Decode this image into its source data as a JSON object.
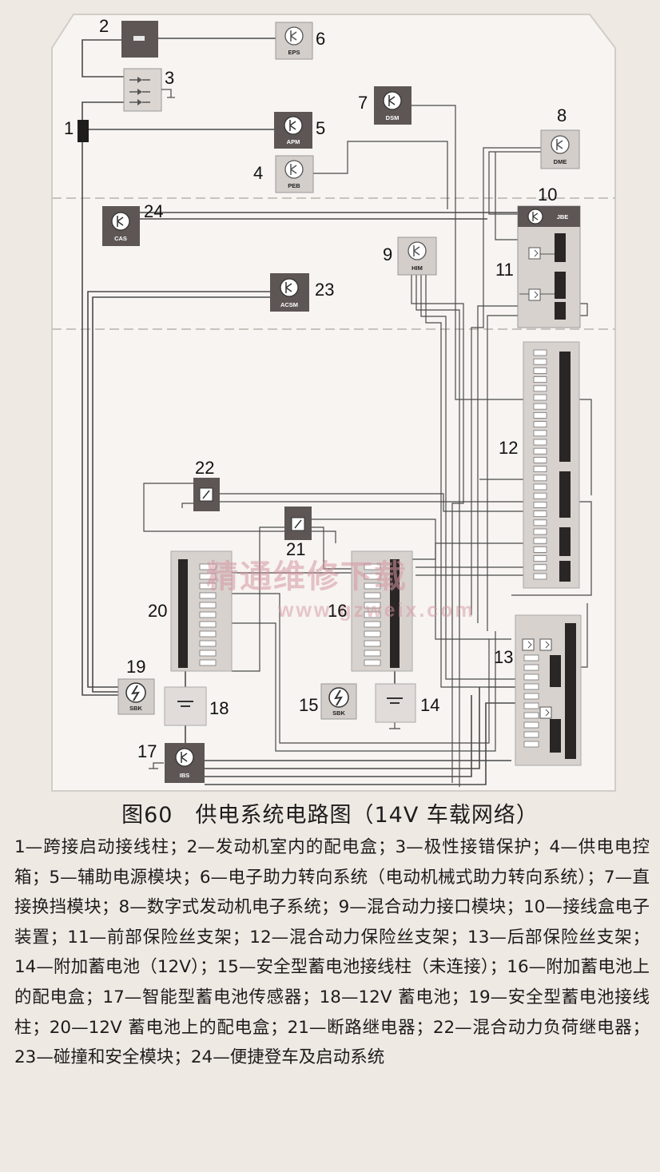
{
  "component_labels": {
    "c6": "EPS",
    "c5": "APM",
    "c4": "PEB",
    "c7": "DSM",
    "c8": "DME",
    "c10": "JBE",
    "c24": "CAS",
    "c9": "HIM",
    "c23": "ACSM",
    "c19": "SBK",
    "c15": "SBK",
    "c17": "IBS"
  },
  "numbers": {
    "n1": "1",
    "n2": "2",
    "n3": "3",
    "n4": "4",
    "n5": "5",
    "n6": "6",
    "n7": "7",
    "n8": "8",
    "n9": "9",
    "n10": "10",
    "n11": "11",
    "n12": "12",
    "n13": "13",
    "n14": "14",
    "n15": "15",
    "n16": "16",
    "n17": "17",
    "n18": "18",
    "n19": "19",
    "n20": "20",
    "n21": "21",
    "n22": "22",
    "n23": "23",
    "n24": "24"
  },
  "watermark": {
    "cn": "精通维修下载",
    "url": "www.gzweix.com"
  },
  "caption": "图60　供电系统电路图（14V 车载网络）",
  "legend": "1—跨接启动接线柱；2—发动机室内的配电盒；3—极性接错保护；4—供电电控箱；5—辅助电源模块；6—电子助力转向系统（电动机械式助力转向系统）；7—直接换挡模块；8—数字式发动机电子系统；9—混合动力接口模块；10—接线盒电子装置；11—前部保险丝支架；12—混合动力保险丝支架；13—后部保险丝支架；14—附加蓄电池（12V）；15—安全型蓄电池接线柱（未连接）；16—附加蓄电池上的配电盒；17—智能型蓄电池传感器；18—12V 蓄电池；19—安全型蓄电池接线柱；20—12V 蓄电池上的配电盒；21—断路继电器；22—混合动力负荷继电器；23—碰撞和安全模块；24—便捷登车及启动系统"
}
